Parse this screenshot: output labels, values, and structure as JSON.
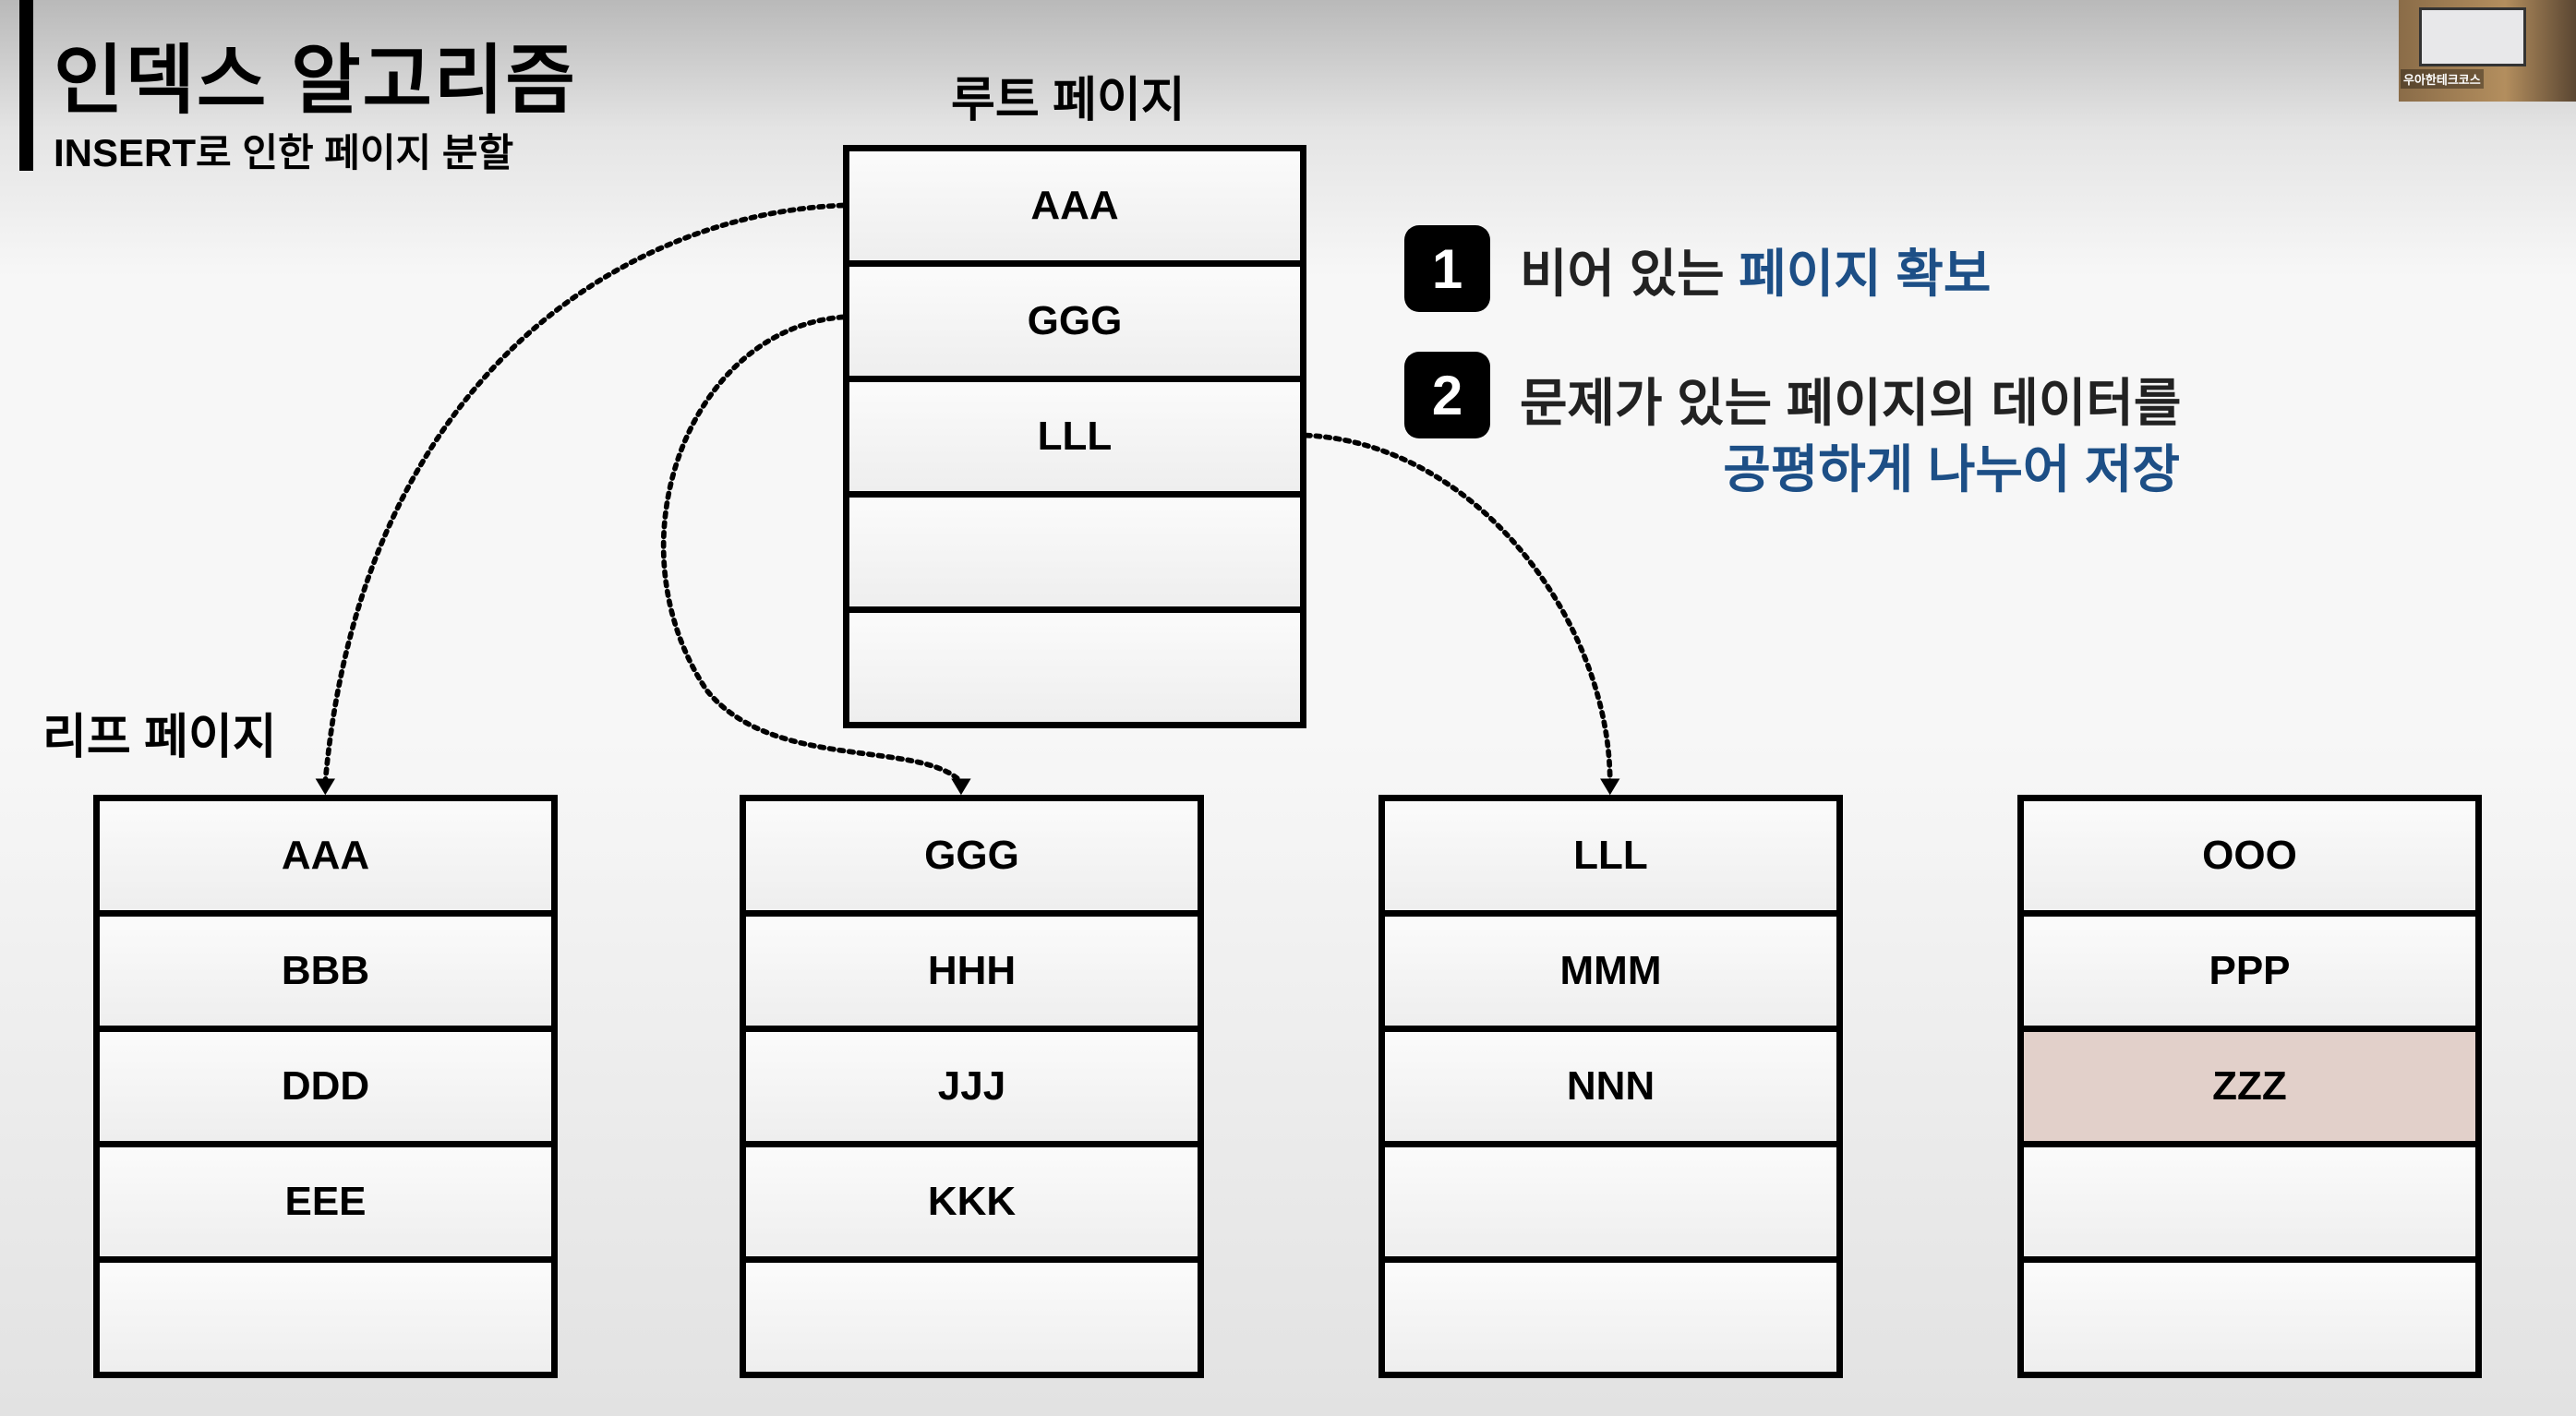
{
  "header": {
    "title": "인덱스 알고리즘",
    "subtitle": "INSERT로 인한 페이지 분할"
  },
  "webcam": {
    "caption": "우아한테크코스"
  },
  "root_page": {
    "label": "루트 페이지",
    "cells": [
      "AAA",
      "GGG",
      "LLL",
      "",
      ""
    ]
  },
  "leaf_pages": {
    "label": "리프 페이지",
    "pages": [
      {
        "cells": [
          "AAA",
          "BBB",
          "DDD",
          "EEE",
          ""
        ]
      },
      {
        "cells": [
          "GGG",
          "HHH",
          "JJJ",
          "KKK",
          ""
        ]
      },
      {
        "cells": [
          "LLL",
          "MMM",
          "NNN",
          "",
          ""
        ]
      },
      {
        "cells": [
          "OOO",
          "PPP",
          "ZZZ",
          "",
          ""
        ],
        "highlighted_cell": "ZZZ"
      }
    ]
  },
  "steps": [
    {
      "number": "1",
      "text_plain": "비어 있는 ",
      "text_highlight": "페이지 확보"
    },
    {
      "number": "2",
      "text_plain": "문제가 있는 페이지의 데이터를",
      "text_highlight": "공평하게 나누어 저장"
    }
  ],
  "colors": {
    "highlight_text": "#1d4f86",
    "highlight_cell": "#e2d0ca"
  }
}
